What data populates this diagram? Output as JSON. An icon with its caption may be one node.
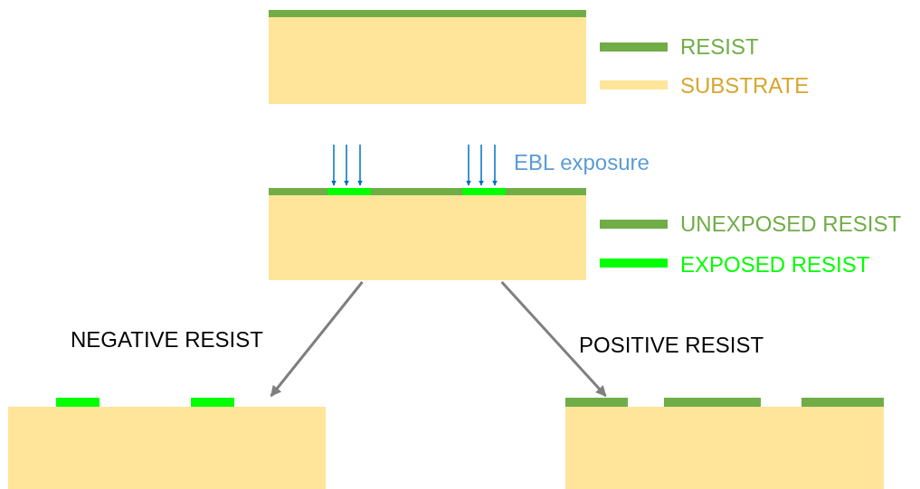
{
  "diagram": {
    "nodes": [
      {
        "text": [],
        "shape": "box"
      },
      {
        "text": [],
        "shape": "box"
      },
      {
        "text": [],
        "shape": "box"
      },
      {
        "text": [],
        "shape": "box"
      }
    ],
    "edges": [
      {
        "from": 1,
        "to": 2,
        "arrow": "to",
        "label": "NEGATIVE RESIST"
      },
      {
        "from": 1,
        "to": 3,
        "arrow": "to",
        "label": "POSITIVE RESIST"
      }
    ],
    "labels": [
      "EBL exposure"
    ],
    "legend": [
      {
        "text": "RESIST",
        "color": "#70ad47"
      },
      {
        "text": "SUBSTRATE",
        "color": "#fee599"
      },
      {
        "text": "UNEXPOSED RESIST",
        "color": "#70ad47"
      },
      {
        "text": "EXPOSED RESIST",
        "color": "#00ff00"
      }
    ]
  }
}
